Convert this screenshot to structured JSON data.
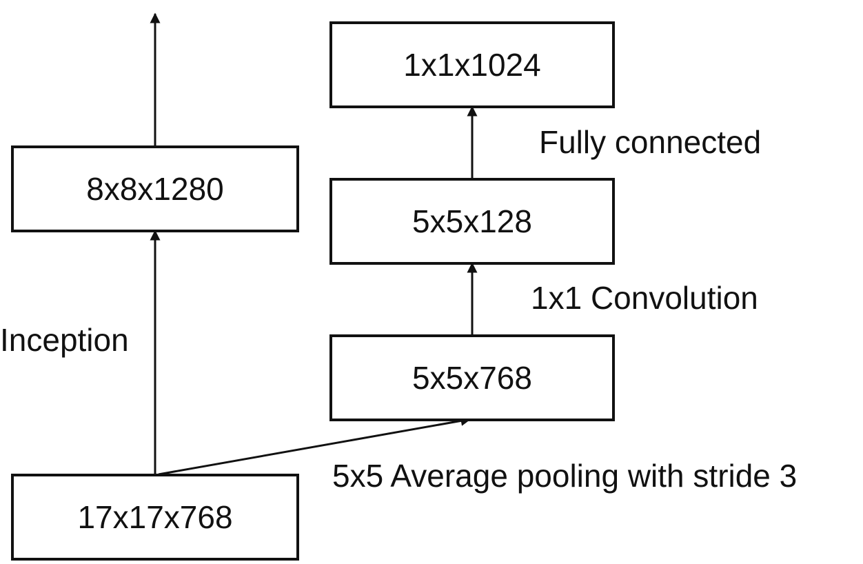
{
  "continuation": "...",
  "nodes": {
    "input": "17x17x768",
    "inception_out": "8x8x1280",
    "pooled": "5x5x768",
    "conv_out": "5x5x128",
    "fc_out": "1x1x1024"
  },
  "edges": {
    "inception": "Inception",
    "avg_pool": "5x5 Average pooling with stride 3",
    "conv1x1": "1x1 Convolution",
    "fully_connected": "Fully connected"
  }
}
